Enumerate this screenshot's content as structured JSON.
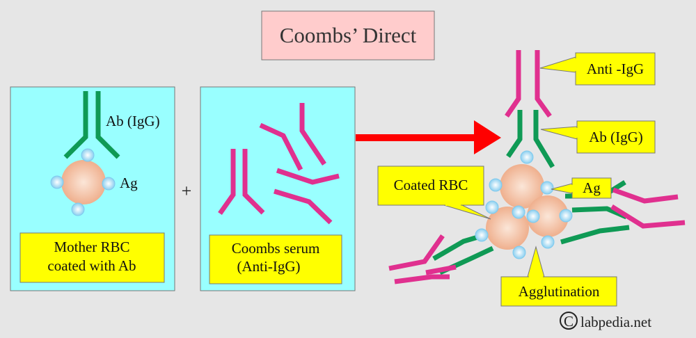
{
  "title": "Coombs’ Direct",
  "panel1": {
    "antibody_label": "Ab (IgG)",
    "antigen_label": "Ag",
    "caption_line1": "Mother RBC",
    "caption_line2": "coated with Ab"
  },
  "plus_sign": "+",
  "panel2": {
    "caption_line1": "Coombs serum",
    "caption_line2": "(Anti-IgG)"
  },
  "result": {
    "anti_igg_label": "Anti -IgG",
    "ab_label": "Ab (IgG)",
    "coated_rbc_label": "Coated RBC",
    "ag_label": "Ag",
    "agglutination_label": "Agglutination"
  },
  "watermark": {
    "symbol": "C",
    "text": "labpedia.net"
  },
  "colors": {
    "background": "#e6e6e6",
    "panel_fill": "#99ffff",
    "title_box": "#ffcccc",
    "callout": "#ffff00",
    "igg_green": "#0f9a55",
    "anti_igg_magenta": "#e0308f",
    "arrow_red": "#ff0000",
    "rbc": "#f4c2a6",
    "antigen": "#a8dff5"
  }
}
